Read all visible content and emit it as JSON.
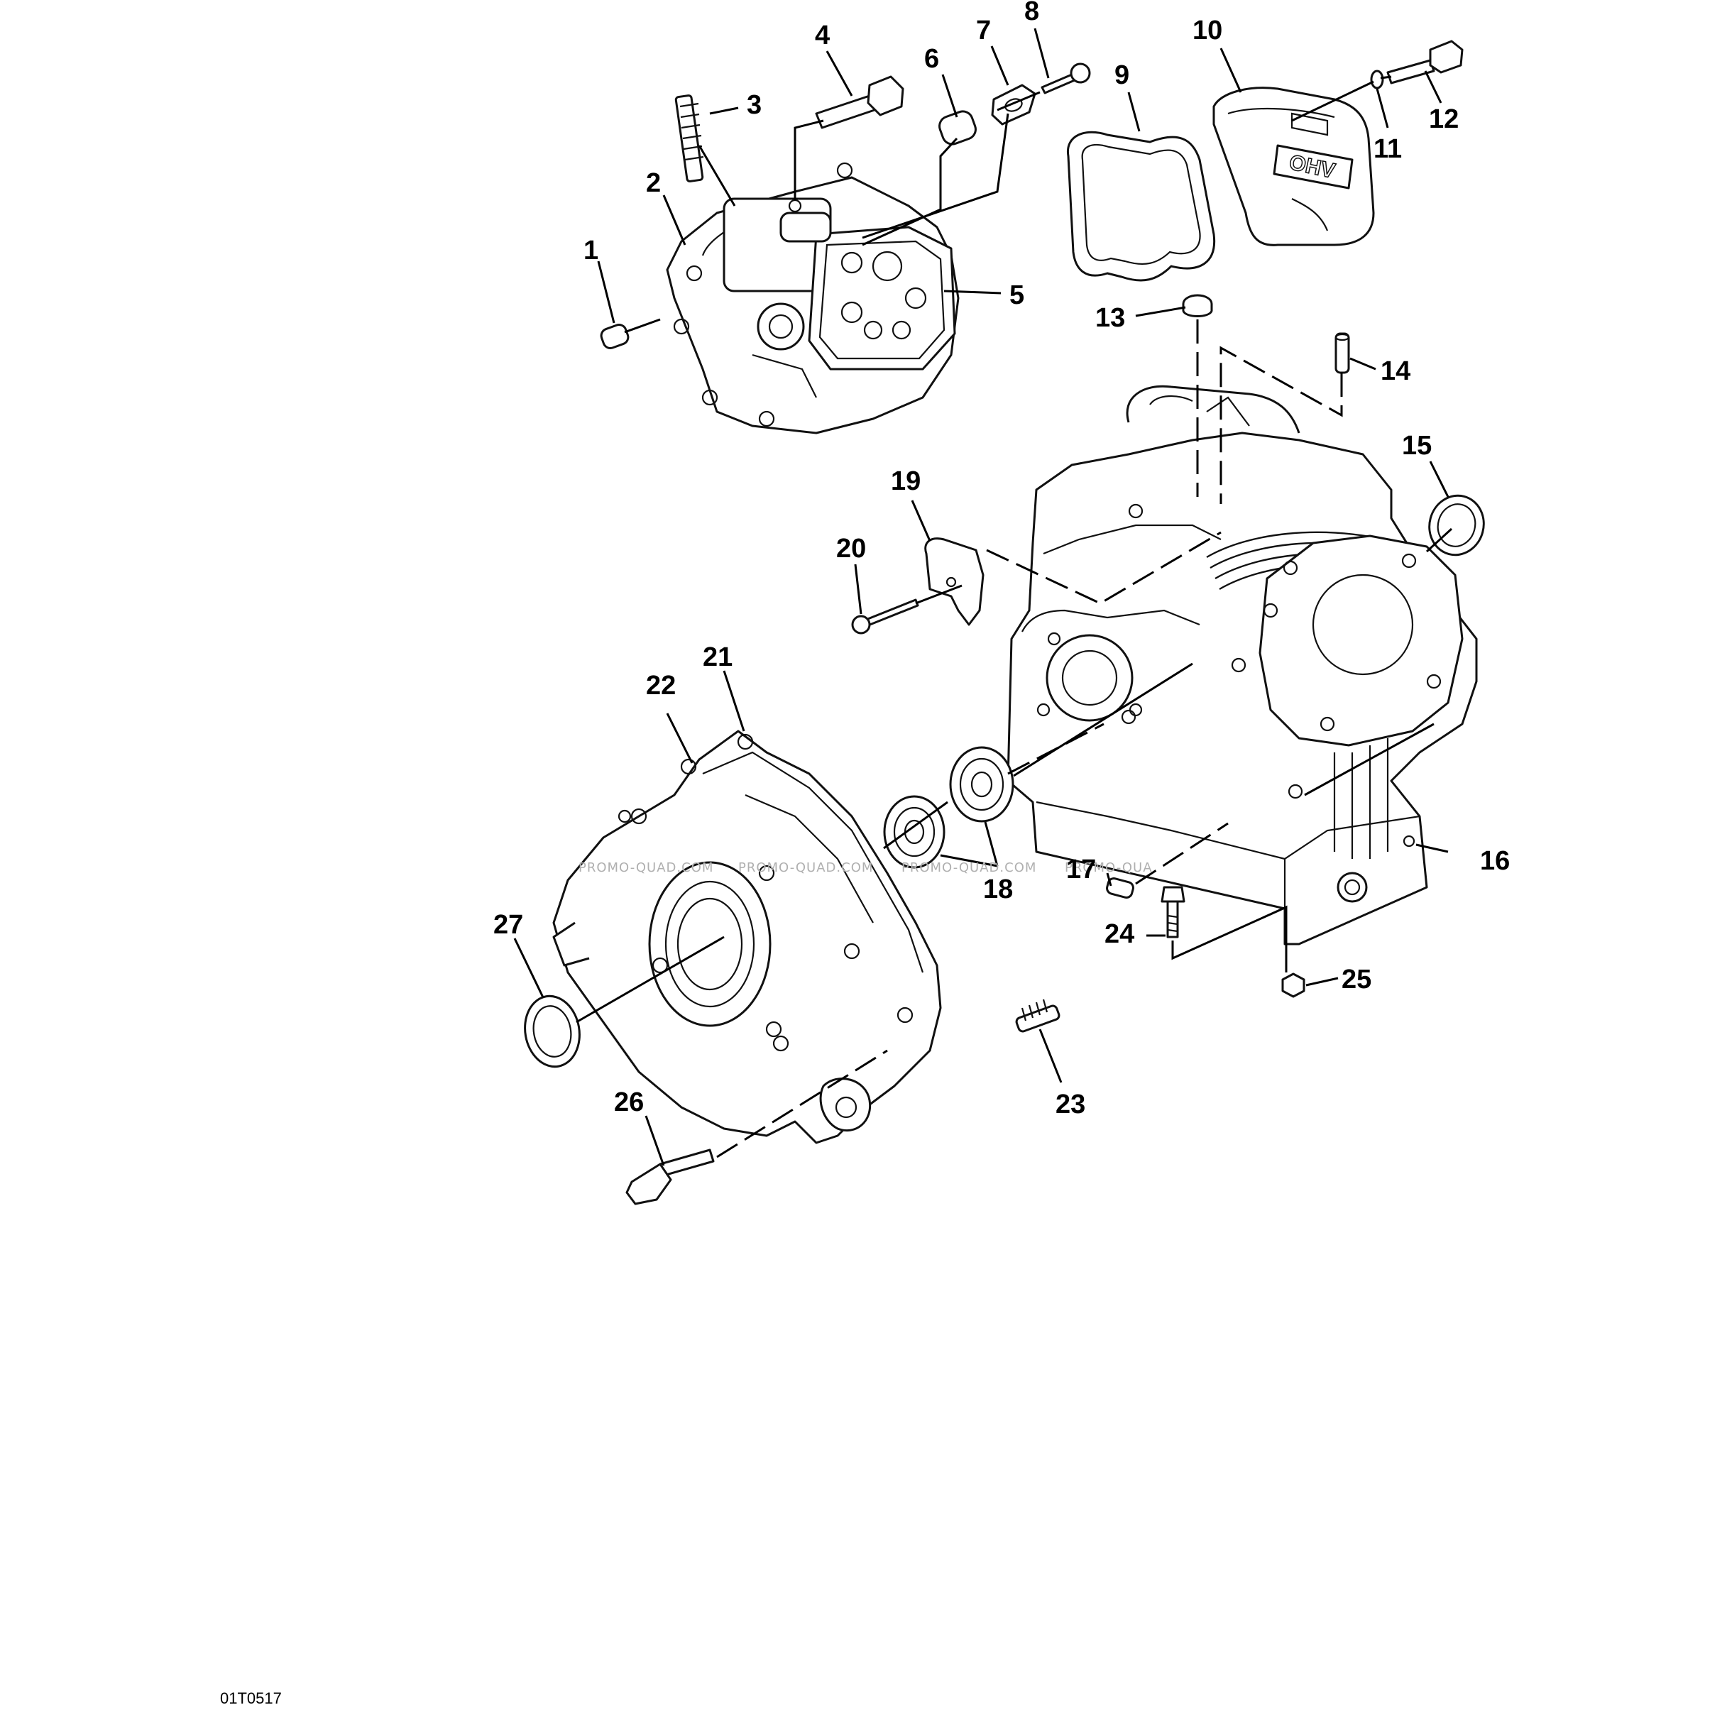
{
  "diagram": {
    "drawing_code": "01T0517",
    "watermark": [
      "PROMO-QUAD.COM",
      "PROMO-QUAD.COM",
      "PROMO-QUAD.COM",
      "PROMO-QUA"
    ],
    "cover_logo": "OHV",
    "callouts": [
      "1",
      "2",
      "3",
      "4",
      "5",
      "6",
      "7",
      "8",
      "9",
      "10",
      "11",
      "12",
      "13",
      "14",
      "15",
      "16",
      "17",
      "18",
      "19",
      "20",
      "21",
      "22",
      "23",
      "24",
      "25",
      "26",
      "27"
    ]
  }
}
